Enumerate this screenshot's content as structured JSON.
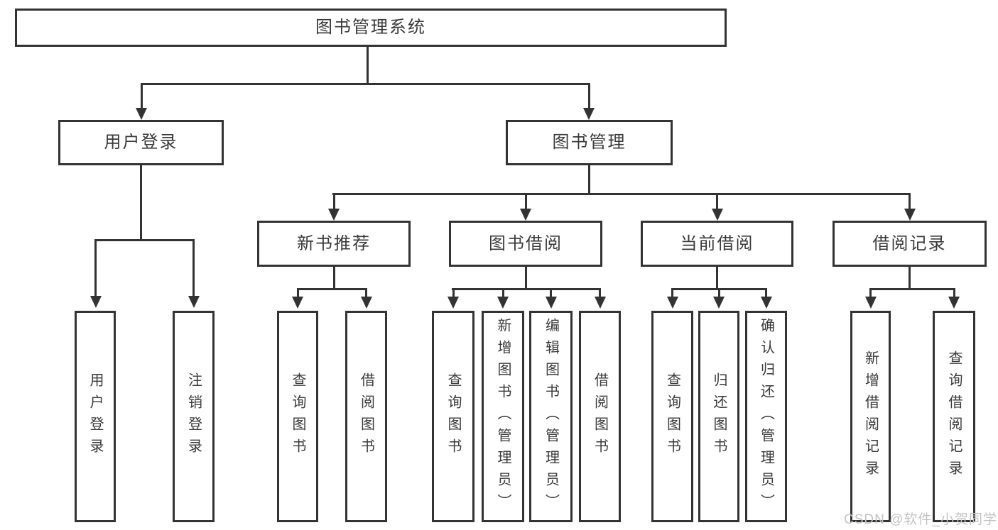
{
  "diagram": {
    "root": {
      "label": "图书管理系统"
    },
    "level2": [
      {
        "id": "user-login",
        "label": "用户登录"
      },
      {
        "id": "book-mgmt",
        "label": "图书管理"
      }
    ],
    "level3": [
      {
        "id": "new-book-rec",
        "label": "新书推荐",
        "parent": "book-mgmt"
      },
      {
        "id": "book-borrow",
        "label": "图书借阅",
        "parent": "book-mgmt"
      },
      {
        "id": "current-borrow",
        "label": "当前借阅",
        "parent": "book-mgmt"
      },
      {
        "id": "borrow-records",
        "label": "借阅记录",
        "parent": "book-mgmt"
      }
    ],
    "leaves": [
      {
        "id": "leaf-user-login",
        "label": "用户登录",
        "parent": "user-login"
      },
      {
        "id": "leaf-logout",
        "label": "注销登录",
        "parent": "user-login"
      },
      {
        "id": "leaf-query-books-1",
        "label": "查询图书",
        "parent": "new-book-rec"
      },
      {
        "id": "leaf-borrow-books-1",
        "label": "借阅图书",
        "parent": "new-book-rec"
      },
      {
        "id": "leaf-query-books-2",
        "label": "查询图书",
        "parent": "book-borrow"
      },
      {
        "id": "leaf-add-books-admin",
        "label": "新增图书（管理员）",
        "parent": "book-borrow"
      },
      {
        "id": "leaf-edit-books-admin",
        "label": "编辑图书（管理员）",
        "parent": "book-borrow"
      },
      {
        "id": "leaf-borrow-books-2",
        "label": "借阅图书",
        "parent": "book-borrow"
      },
      {
        "id": "leaf-query-books-3",
        "label": "查询图书",
        "parent": "current-borrow"
      },
      {
        "id": "leaf-return-books",
        "label": "归还图书",
        "parent": "current-borrow"
      },
      {
        "id": "leaf-confirm-return-admin",
        "label": "确认归还（管理员）",
        "parent": "current-borrow"
      },
      {
        "id": "leaf-add-borrow-record",
        "label": "新增借阅记录",
        "parent": "borrow-records"
      },
      {
        "id": "leaf-query-borrow-record",
        "label": "查询借阅记录",
        "parent": "borrow-records"
      }
    ],
    "watermark": "CSDN @软件_小贺同学",
    "colors": {
      "line": "#333333",
      "text": "#3a3a3a",
      "box_background": "#ffffff",
      "watermark": "#c3c3c3",
      "background": "#ffffff"
    }
  }
}
